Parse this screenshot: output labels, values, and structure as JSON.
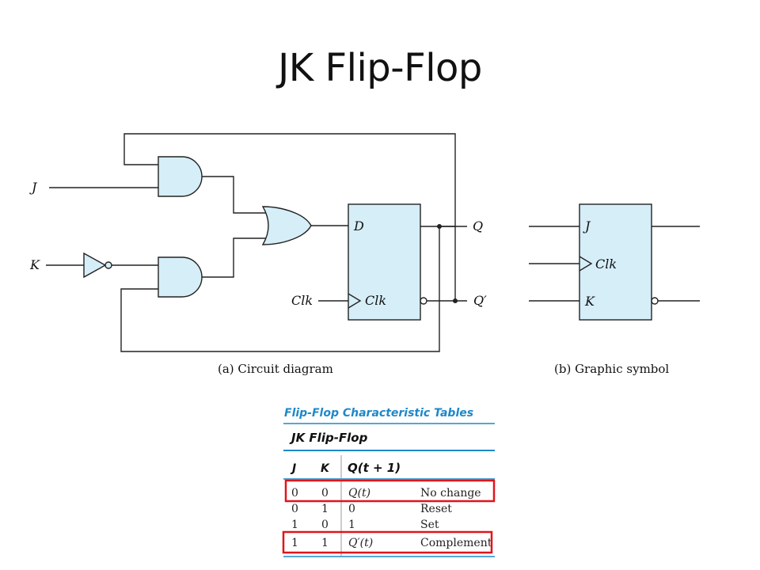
{
  "title": "JK Flip-Flop",
  "circuit": {
    "labels": {
      "j": "J",
      "k": "K",
      "d": "D",
      "clk_in": "Clk",
      "clk_port": "Clk",
      "q": "Q",
      "q_prime": "Q′"
    },
    "caption": "(a) Circuit diagram"
  },
  "symbol": {
    "labels": {
      "j": "J",
      "clk": "Clk",
      "k": "K"
    },
    "caption": "(b) Graphic symbol"
  },
  "table": {
    "heading": "Flip-Flop Characteristic Tables",
    "subheading": "JK Flip-Flop",
    "columns": [
      "J",
      "K",
      "Q(t + 1)"
    ],
    "rows": [
      {
        "j": "0",
        "k": "0",
        "q": "Q(t)",
        "desc": "No change",
        "highlighted": true
      },
      {
        "j": "0",
        "k": "1",
        "q": "0",
        "desc": "Reset",
        "highlighted": false
      },
      {
        "j": "1",
        "k": "0",
        "q": "1",
        "desc": "Set",
        "highlighted": false
      },
      {
        "j": "1",
        "k": "1",
        "q": "Q′(t)",
        "desc": "Complement",
        "highlighted": true
      }
    ],
    "colors": {
      "heading": "#1e88c8",
      "rule": "#1e88c8",
      "highlight": "#e0151b"
    }
  }
}
